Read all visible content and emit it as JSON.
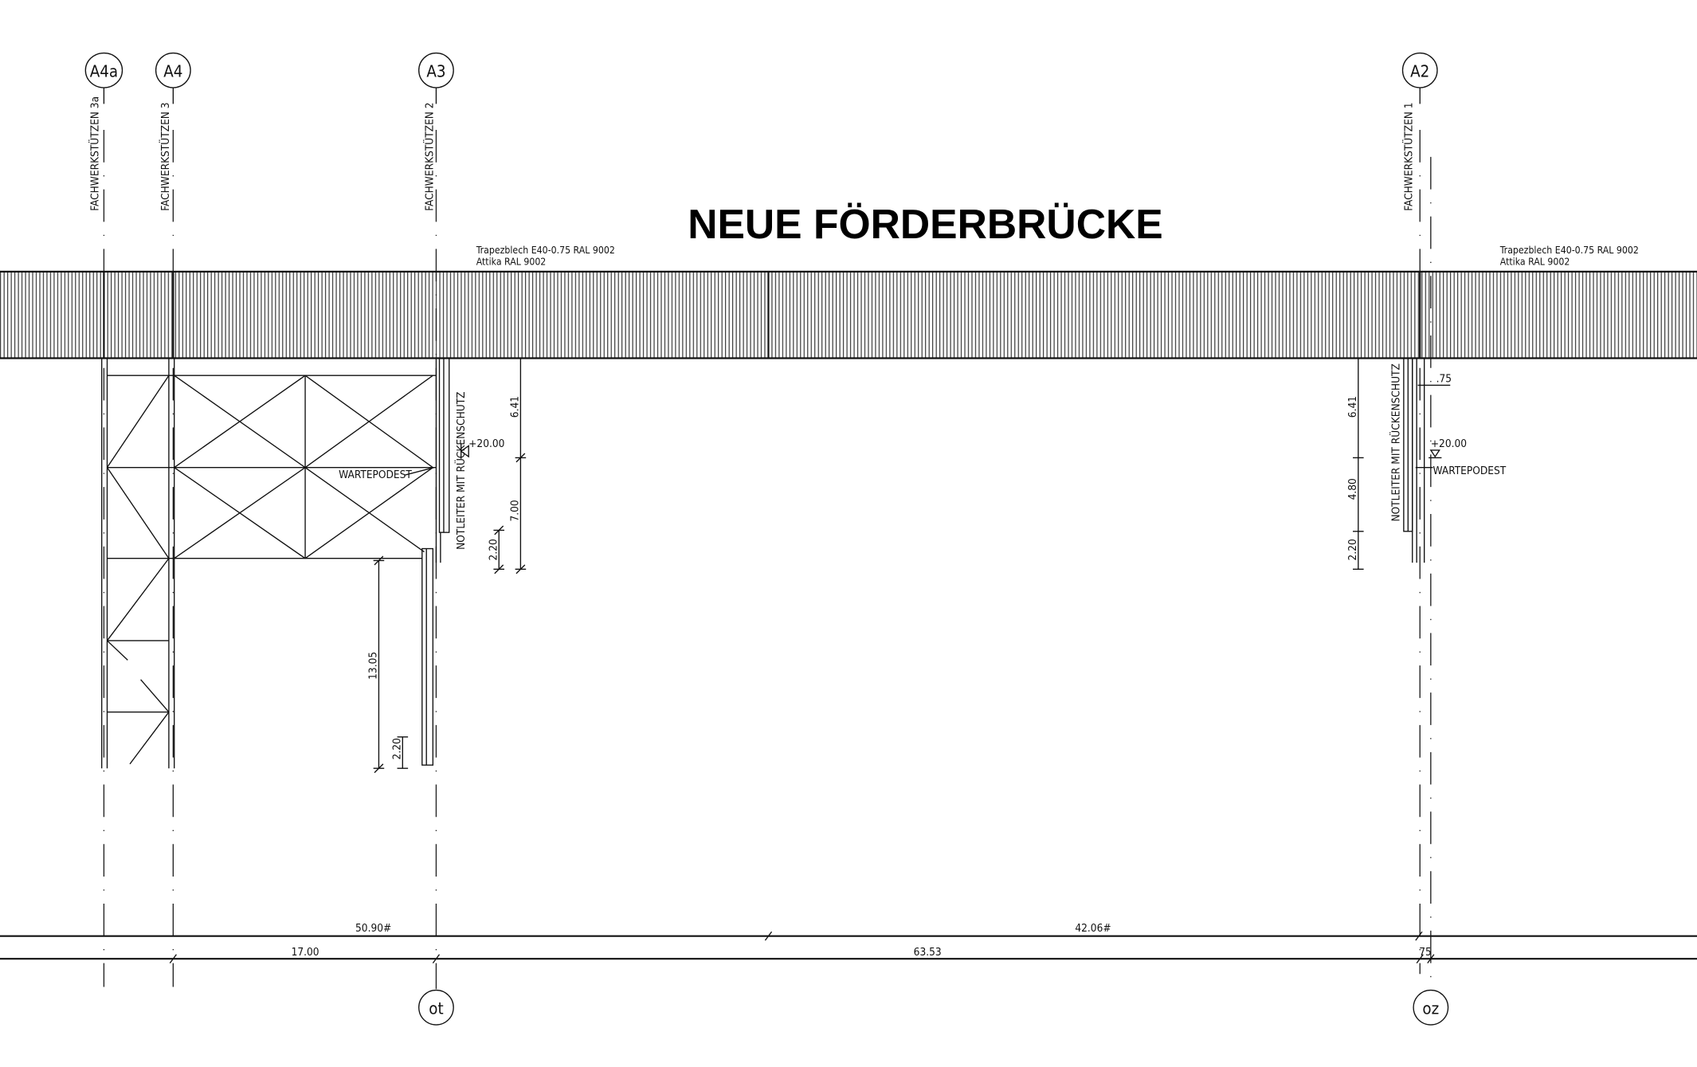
{
  "title": "NEUE FÖRDERBRÜCKE",
  "axes_top": [
    {
      "label": "A4a",
      "column": "FACHWERKSTÜTZEN 3a"
    },
    {
      "label": "A4",
      "column": "FACHWERKSTÜTZEN 3"
    },
    {
      "label": "A3",
      "column": "FACHWERKSTÜTZEN 2"
    },
    {
      "label": "A2",
      "column": "FACHWERKSTÜTZEN 1"
    }
  ],
  "axes_bottom": [
    {
      "label": "ot"
    },
    {
      "label": "oz"
    }
  ],
  "notes": {
    "left_line1": "Trapezblech E40-0.75 RAL 9002",
    "left_line2": "Attika RAL 9002",
    "right_line1": "Trapezblech E40-0.75 RAL 9002",
    "right_line2": "Attika RAL 9002"
  },
  "labels": {
    "ladder": "NOTLEITER MIT RÜCKENSCHUTZ",
    "landing": "WARTEPODEST",
    "elevation": "+20.00",
    "offset": ".75"
  },
  "dims_left": {
    "a": "6.41",
    "b": "7.00",
    "c": "2.20",
    "d": "13.05",
    "e": "2.20"
  },
  "dims_right": {
    "a": "6.41",
    "b": "4.80",
    "c": "2.20"
  },
  "dims_bottom": {
    "r1a": "50.90#",
    "r1b": "42.06#",
    "r2a": "17.00",
    "r2b": "63.53",
    "r2c": "75"
  }
}
